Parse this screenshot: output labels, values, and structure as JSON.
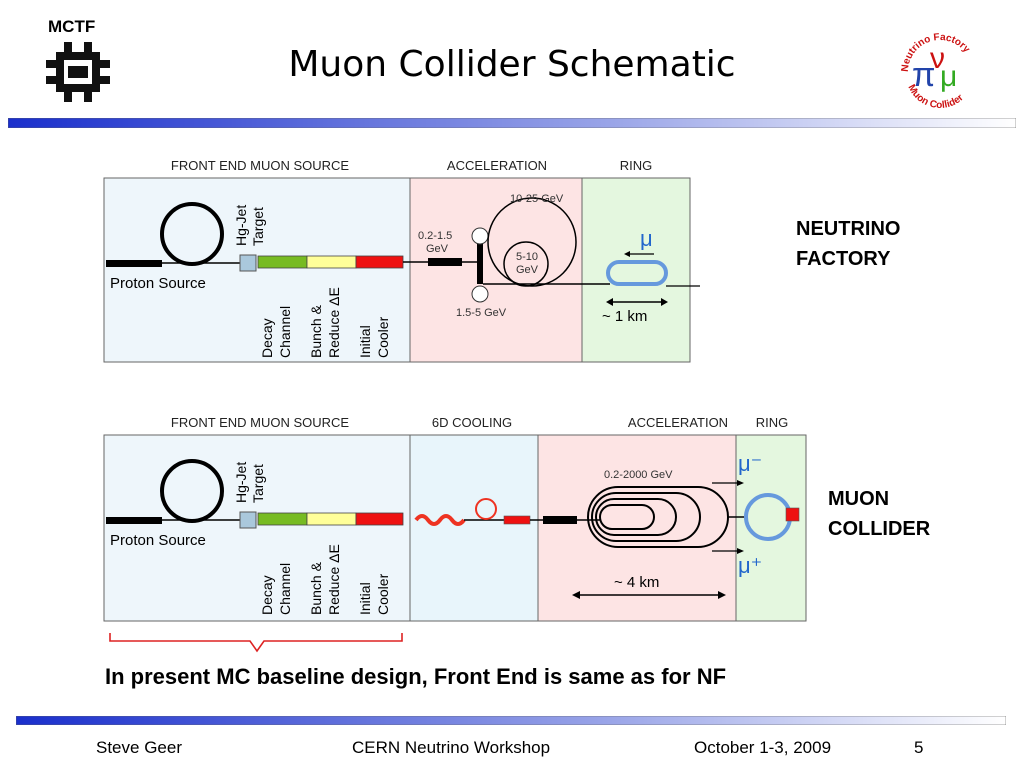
{
  "slide": {
    "title": "Muon Collider Schematic",
    "org_label": "MCTF",
    "logo_text_top": "Neutrino Factory",
    "logo_text_bottom": "Muon Collider",
    "statement": "In present MC baseline design, Front End is same as for NF"
  },
  "nf_diagram": {
    "sections": [
      "FRONT END MUON SOURCE",
      "ACCELERATION",
      "RING"
    ],
    "proton_source": "Proton Source",
    "target": [
      "Hg-Jet",
      "Target"
    ],
    "channels": [
      [
        "Decay",
        "Channel"
      ],
      [
        "Bunch &",
        "Reduce ΔE"
      ],
      [
        "Initial",
        "Cooler"
      ]
    ],
    "energy_low": [
      "0.2-1.5",
      "GeV"
    ],
    "energy_mid": [
      "5-10",
      "GeV"
    ],
    "energy_high": "10-25 GeV",
    "energy_linac": "1.5-5 GeV",
    "mu_symbol": "μ",
    "nu_symbol": "ν",
    "distance": "~ 1 km",
    "side_label": [
      "NEUTRINO",
      "FACTORY"
    ]
  },
  "mc_diagram": {
    "sections": [
      "FRONT END MUON SOURCE",
      "6D COOLING",
      "ACCELERATION",
      "RING"
    ],
    "proton_source": "Proton Source",
    "target": [
      "Hg-Jet",
      "Target"
    ],
    "channels": [
      [
        "Decay",
        "Channel"
      ],
      [
        "Bunch &",
        "Reduce ΔE"
      ],
      [
        "Initial",
        "Cooler"
      ]
    ],
    "energy": "0.2-2000 GeV",
    "mu_minus": "μ⁻",
    "mu_plus": "μ⁺",
    "distance": "~ 4 km",
    "side_label": [
      "MUON",
      "COLLIDER"
    ]
  },
  "footer": {
    "author": "Steve Geer",
    "event": "CERN Neutrino Workshop",
    "date": "October 1-3, 2009",
    "page": "5"
  },
  "colors": {
    "frontend_bg": "#eef6fb",
    "accel_bg": "#fde4e4",
    "ring_bg": "#e4f7df",
    "cooling_bg": "#e8f5fb",
    "decay": "#77bb22",
    "bunch": "#ffff99",
    "cooler": "#ee1111",
    "ring_blue": "#6699dd",
    "mu_blue": "#2266cc",
    "brace_red": "#dd2222"
  }
}
